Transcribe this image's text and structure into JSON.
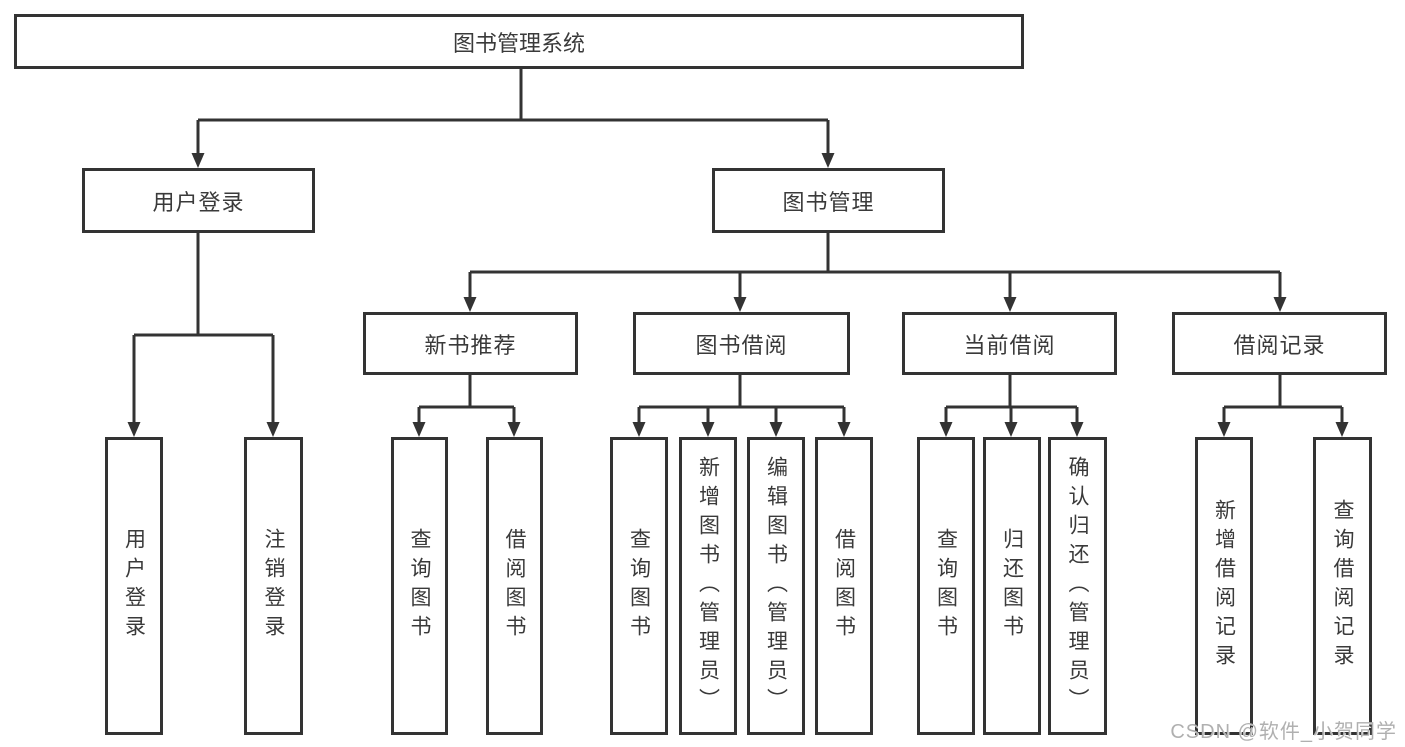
{
  "colors": {
    "line": "#333333",
    "text": "#3a3a3a",
    "background": "#ffffff",
    "watermark": "#b0b0b0"
  },
  "root": {
    "label": "图书管理系统"
  },
  "level2": {
    "user_login": {
      "label": "用户登录"
    },
    "book_management": {
      "label": "图书管理"
    }
  },
  "level3": {
    "new_book_recommend": {
      "label": "新书推荐"
    },
    "book_borrow": {
      "label": "图书借阅"
    },
    "current_borrow": {
      "label": "当前借阅"
    },
    "borrow_records": {
      "label": "借阅记录"
    }
  },
  "leaves": {
    "user_login": {
      "label": "用户登录"
    },
    "logout": {
      "label": "注销登录"
    },
    "recommend_query_books": {
      "label": "查询图书"
    },
    "recommend_borrow_books": {
      "label": "借阅图书"
    },
    "borrow_query_books": {
      "label": "查询图书"
    },
    "add_book_admin": {
      "label": "新增图书（管理员）"
    },
    "edit_book_admin": {
      "label": "编辑图书（管理员）"
    },
    "borrow_borrow_books": {
      "label": "借阅图书"
    },
    "current_query_books": {
      "label": "查询图书"
    },
    "return_book": {
      "label": "归还图书"
    },
    "confirm_return_admin": {
      "label": "确认归还（管理员）"
    },
    "add_borrow_record": {
      "label": "新增借阅记录"
    },
    "query_borrow_record": {
      "label": "查询借阅记录"
    }
  },
  "watermark": {
    "text": "CSDN @软件_小贺同学"
  }
}
